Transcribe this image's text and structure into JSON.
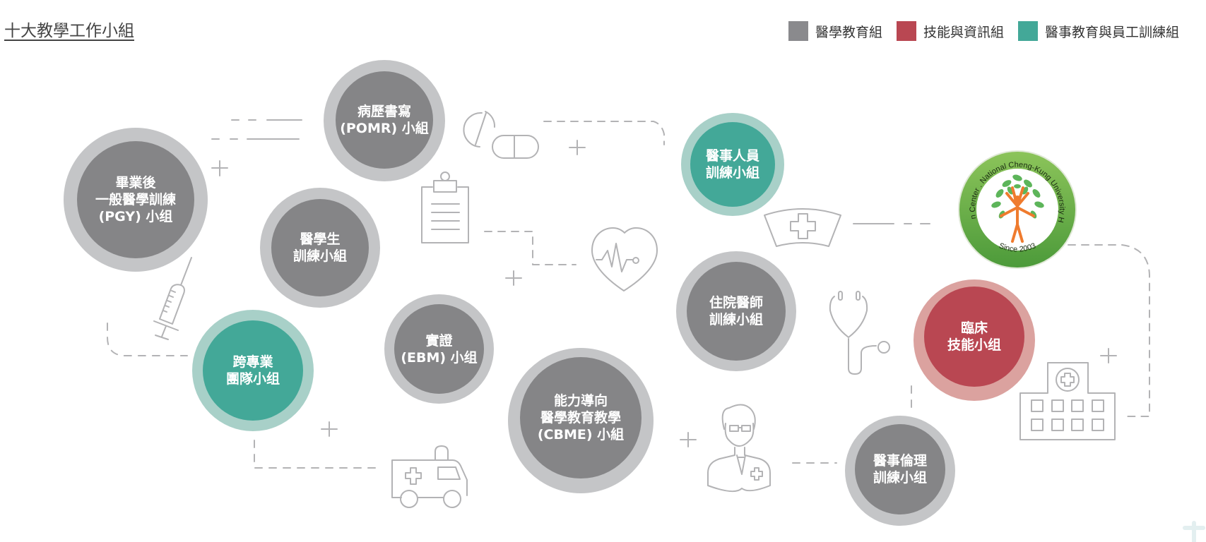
{
  "title": "十大教學工作小組",
  "colors": {
    "gray_inner": "#858587",
    "gray_outer": "#c4c5c7",
    "red_inner": "#b94752",
    "red_outer": "#dba29f",
    "teal_inner": "#43a898",
    "teal_outer": "#a8d0c8",
    "line": "#b3b3b5"
  },
  "legend": [
    {
      "label": "醫學教育組",
      "color": "#8a8a8d"
    },
    {
      "label": "技能與資訊組",
      "color": "#b94752"
    },
    {
      "label": "醫事教育與員工訓練組",
      "color": "#43a898"
    }
  ],
  "groups": [
    {
      "id": "pgy",
      "lines": [
        "畢業後",
        "一般醫學訓練",
        "(PGY) 小组"
      ],
      "category": "醫學教育組"
    },
    {
      "id": "pomr",
      "lines": [
        "病歷書寫",
        "(POMR) 小組"
      ],
      "category": "醫學教育組"
    },
    {
      "id": "medstudent",
      "lines": [
        "醫學生",
        "訓練小組"
      ],
      "category": "醫學教育組"
    },
    {
      "id": "ipp",
      "lines": [
        "跨專業",
        "團隊小组"
      ],
      "category": "醫事教育與員工訓練組"
    },
    {
      "id": "ebm",
      "lines": [
        "實證",
        "(EBM) 小组"
      ],
      "category": "醫學教育組"
    },
    {
      "id": "cbme",
      "lines": [
        "能力導向",
        "醫學教育教學",
        "(CBME) 小組"
      ],
      "category": "醫學教育組"
    },
    {
      "id": "alliedhealth",
      "lines": [
        "醫事人員",
        "訓練小組"
      ],
      "category": "醫事教育與員工訓練組"
    },
    {
      "id": "resident",
      "lines": [
        "住院醫師",
        "訓練小組"
      ],
      "category": "醫學教育組"
    },
    {
      "id": "clinicalskills",
      "lines": [
        "臨床",
        "技能小组"
      ],
      "category": "技能與資訊組"
    },
    {
      "id": "ethics",
      "lines": [
        "醫事倫理",
        "訓練小组"
      ],
      "category": "醫學教育組"
    }
  ],
  "logo": {
    "ring_text_top": "Education Center . National Cheng-Kung University Hospital .",
    "ring_text_bottom": "Since 2003"
  },
  "icons": [
    "syringe-icon",
    "pills-icon",
    "clipboard-icon",
    "heartbeat-icon",
    "nurse-cap-icon",
    "stethoscope-icon",
    "doctor-icon",
    "ambulance-icon",
    "hospital-icon"
  ]
}
